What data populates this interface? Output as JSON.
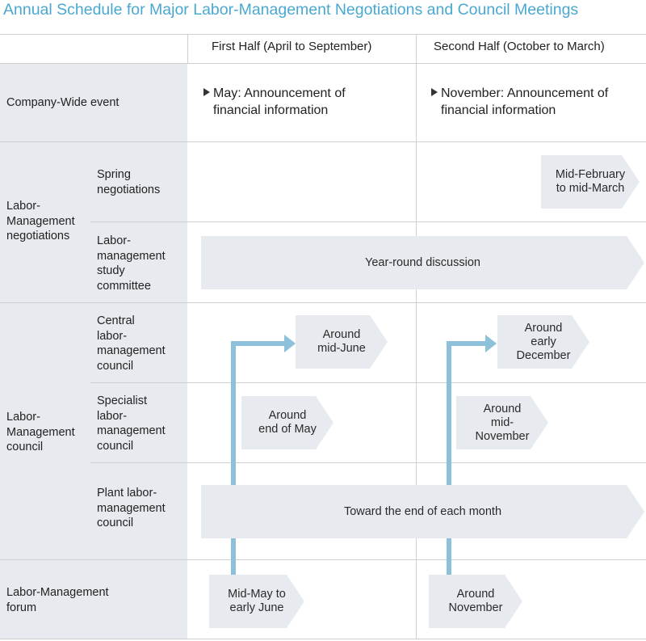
{
  "title": "Annual Schedule for Major Labor-Management Negotiations and Council Meetings",
  "columns": {
    "first_half": "First Half (April to September)",
    "second_half": "Second Half (October to March)"
  },
  "rows": {
    "company_event": {
      "label": "Company-Wide event",
      "first": "May: Announcement of\nfinancial information",
      "second": "November: Announcement of\nfinancial information"
    },
    "negotiations": {
      "label": "Labor-\nManagement\nnegotiations",
      "spring": {
        "label": "Spring\nnegotiations",
        "second": "Mid-February\nto mid-March"
      },
      "study": {
        "label": "Labor-\nmanagement\nstudy\ncommittee",
        "band": "Year-round discussion"
      }
    },
    "council": {
      "label": "Labor-\nManagement\ncouncil",
      "central": {
        "label": "Central\nlabor-\nmanagement\ncouncil",
        "first": "Around\nmid-June",
        "second": "Around\nearly\nDecember"
      },
      "specialist": {
        "label": "Specialist\nlabor-\nmanagement\ncouncil",
        "first": "Around\nend of May",
        "second": "Around\nmid-\nNovember"
      },
      "plant": {
        "label": "Plant labor-\nmanagement\ncouncil",
        "band": "Toward the end of each month"
      }
    },
    "forum": {
      "label": "Labor-Management\nforum",
      "first": "Mid-May to\nearly June",
      "second": "Around\nNovember"
    }
  },
  "colors": {
    "accent": "#4aa8d0",
    "shade": "#e7ebef",
    "connector": "#8dc0d9"
  }
}
